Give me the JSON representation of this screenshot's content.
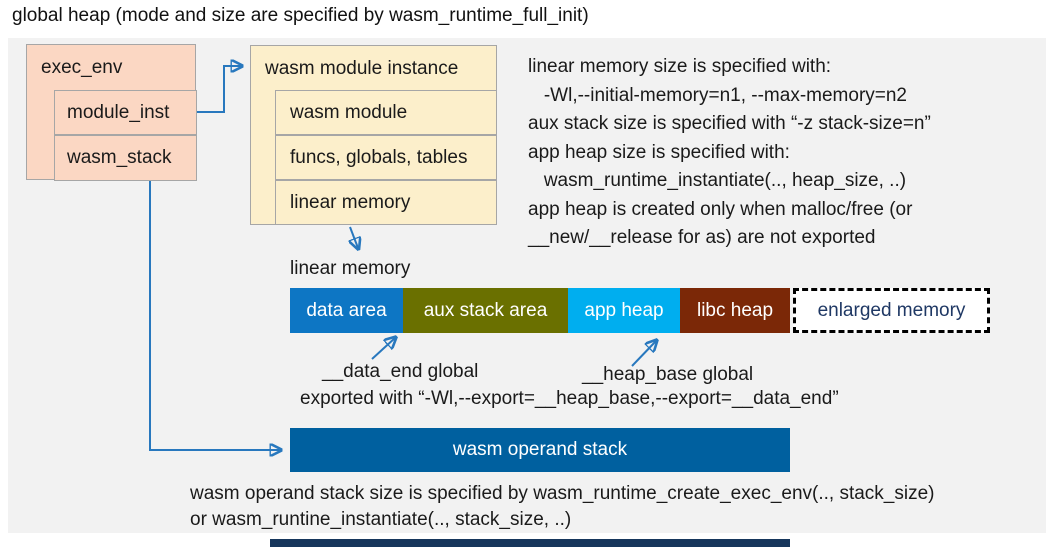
{
  "title": "global heap (mode and size are specified by wasm_runtime_full_init)",
  "exec_env": {
    "label": "exec_env",
    "rows": [
      "module_inst",
      "wasm_stack"
    ],
    "fill": "#fbd7c3"
  },
  "module_instance": {
    "label": "wasm module instance",
    "rows": [
      "wasm module",
      "funcs, globals, tables",
      "linear memory"
    ],
    "fill": "#fcefcb"
  },
  "notes": {
    "lines": [
      "linear memory size is specified with:",
      "   -Wl,--initial-memory=n1, --max-memory=n2",
      "aux stack size is specified with “-z stack-size=n”",
      "app heap size is specified with:",
      "   wasm_runtime_instantiate(.., heap_size, ..)",
      "app heap is created only when malloc/free (or",
      "__new/__release for as) are not exported"
    ]
  },
  "linear_memory": {
    "label": "linear memory",
    "segments": [
      {
        "label": "data area",
        "color": "#0d76c4",
        "text_color": "#ffffff"
      },
      {
        "label": "aux stack area",
        "color": "#6a7000",
        "text_color": "#ffffff"
      },
      {
        "label": "app heap",
        "color": "#00aeef",
        "text_color": "#ffffff"
      },
      {
        "label": "libc heap",
        "color": "#7b2807",
        "text_color": "#ffffff"
      },
      {
        "label": "enlarged memory",
        "color": "#ffffff",
        "text_color": "#1f3864",
        "border": "dashed-black"
      }
    ]
  },
  "annotations": {
    "data_end_label": "__data_end global",
    "heap_base_label": "__heap_base global",
    "export_line": "exported with “-Wl,--export=__heap_base,--export=__data_end”"
  },
  "operand_stack": {
    "label": "wasm operand stack",
    "color": "#00609f"
  },
  "bottom_note": {
    "lines": [
      "wasm operand stack size is specified by wasm_runtime_create_exec_env(.., stack_size)",
      "or wasm_runtine_instantiate(.., stack_size, ..)"
    ]
  },
  "colors": {
    "panel_background": "#f2f2f2",
    "box_border": "#a6a6a6",
    "arrow": "#2878be",
    "bottom_strip": "#16365c"
  }
}
